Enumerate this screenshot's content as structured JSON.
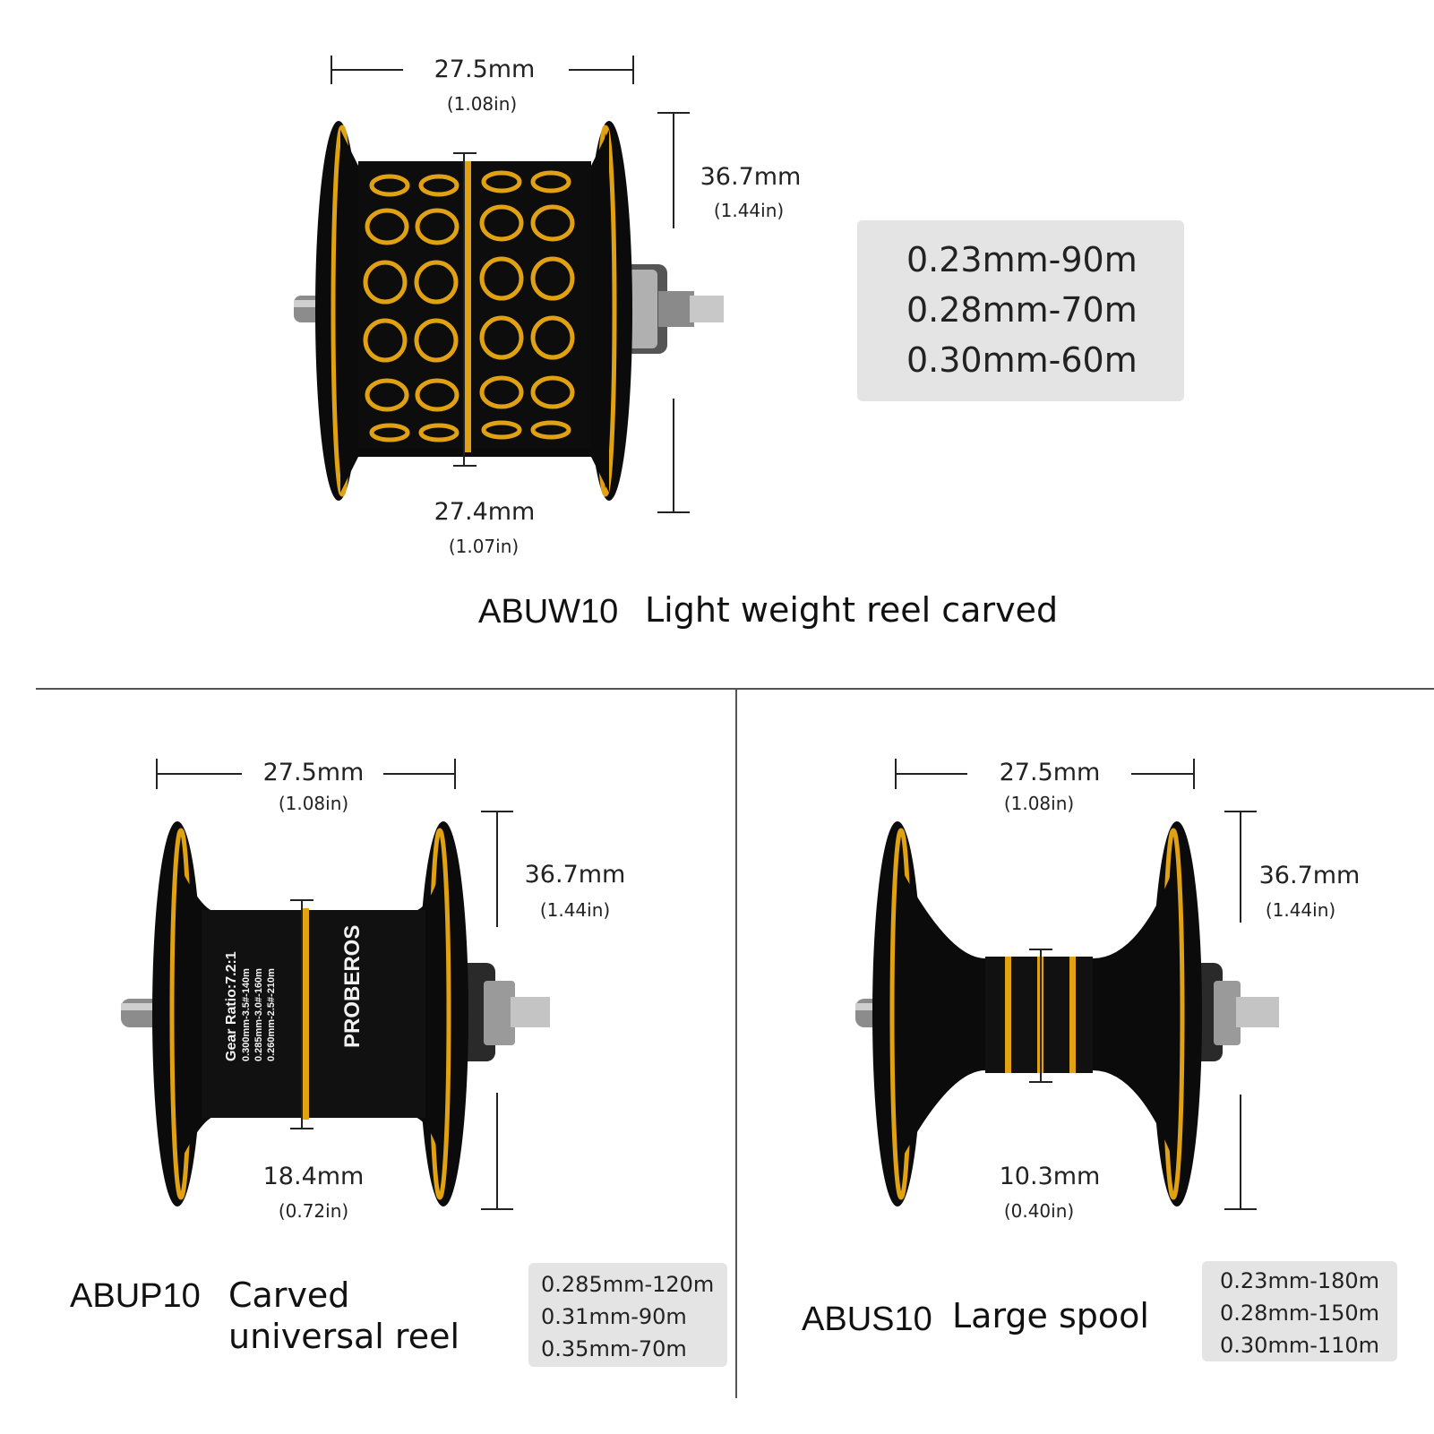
{
  "colors": {
    "gold": "#e0a112",
    "black": "#0b0b0b",
    "silver": "#9a9a9a",
    "box": "#e4e4e4"
  },
  "products": [
    {
      "code": "ABUW10",
      "description": "Light weight reel carved",
      "width_mm": "27.5mm",
      "width_in": "(1.08in)",
      "height_mm": "36.7mm",
      "height_in": "(1.44in)",
      "core_mm": "27.4mm",
      "core_in": "(1.07in)",
      "capacity": [
        "0.23mm-90m",
        "0.28mm-70m",
        "0.30mm-60m"
      ]
    },
    {
      "code": "ABUP10",
      "description": "Carved universal reel",
      "width_mm": "27.5mm",
      "width_in": "(1.08in)",
      "height_mm": "36.7mm",
      "height_in": "(1.44in)",
      "core_mm": "18.4mm",
      "core_in": "(0.72in)",
      "capacity": [
        "0.285mm-120m",
        "0.31mm-90m",
        "0.35mm-70m"
      ],
      "spool_print": {
        "brand": "PROBEROS",
        "gear_ratio": "Gear Ratio:7.2:1",
        "lines": [
          "0.300mm-3.5#-140m",
          "0.285mm-3.0#-160m",
          "0.260mm-2.5#-210m"
        ]
      }
    },
    {
      "code": "ABUS10",
      "description": "Large spool",
      "width_mm": "27.5mm",
      "width_in": "(1.08in)",
      "height_mm": "36.7mm",
      "height_in": "(1.44in)",
      "core_mm": "10.3mm",
      "core_in": "(0.40in)",
      "capacity": [
        "0.23mm-180m",
        "0.28mm-150m",
        "0.30mm-110m"
      ]
    }
  ]
}
